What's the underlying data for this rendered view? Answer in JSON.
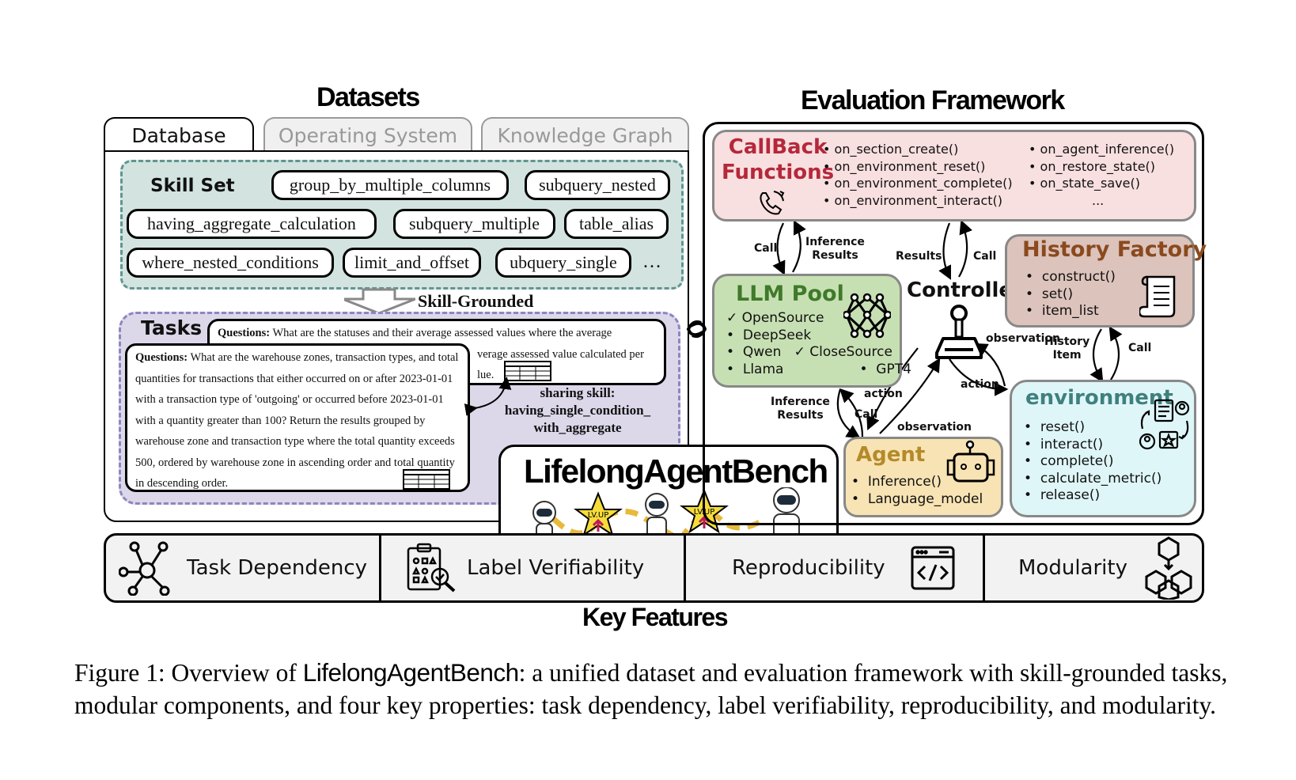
{
  "datasets": {
    "title": "Datasets",
    "tabs": [
      {
        "label": "Database",
        "active": true
      },
      {
        "label": "Operating System",
        "active": false
      },
      {
        "label": "Knowledge Graph",
        "active": false
      }
    ],
    "skill_set": {
      "label": "Skill Set",
      "skills": [
        "group_by_multiple_columns",
        "subquery_nested",
        "having_aggregate_calculation",
        "subquery_multiple",
        "table_alias",
        "where_nested_conditions",
        "limit_and_offset",
        "ubquery_single"
      ],
      "more": "…"
    },
    "arrow_label": "Skill-Grounded",
    "tasks": {
      "label": "Tasks",
      "back_question_prefix": "Questions:",
      "back_question_line1": " What are the statuses and their average assessed values where the average",
      "back_question_line2": "verage assessed value calculated per",
      "back_question_line3": "lue.",
      "front_question_prefix": "Questions:",
      "front_question_body": " What are the warehouse zones, transaction types, and total quantities for transactions that either occurred on or after 2023-01-01 with a transaction type of 'outgoing' or occurred before 2023-01-01 with a quantity greater than 100? Return the results grouped by warehouse zone and transaction type where the total quantity exceeds 500, ordered by warehouse zone in ascending order and total quantity in descending order.",
      "sharing_label": "sharing skill:",
      "sharing_skill_line1": "having_single_condition_",
      "sharing_skill_line2": "with_aggregate"
    }
  },
  "logo": {
    "title": "LifelongAgentBench",
    "badge_text": "LV.UP"
  },
  "framework": {
    "title": "Evaluation Framework",
    "callback": {
      "title_line1": "CallBack",
      "title_line2": "Functions",
      "col1": [
        "on_section_create()",
        "on_environment_reset()",
        "on_environment_complete()",
        "on_environment_interact()"
      ],
      "col2": [
        "on_agent_inference()",
        "on_restore_state()",
        "on_state_save()"
      ],
      "col2_more": "..."
    },
    "llm_pool": {
      "title": "LLM Pool",
      "open_source_label": "OpenSource",
      "open_source": [
        "DeepSeek",
        "Qwen",
        "Llama"
      ],
      "close_source_label": "CloseSource",
      "close_source": [
        "GPT4"
      ]
    },
    "controller": {
      "label": "Controller"
    },
    "history_factory": {
      "title": "History Factory",
      "items": [
        "construct()",
        "set()",
        "item_list"
      ]
    },
    "agent": {
      "title": "Agent",
      "items": [
        "Inference()",
        "Language_model"
      ]
    },
    "environment": {
      "title": "environment",
      "items": [
        "reset()",
        "interact()",
        "complete()",
        "calculate_metric()",
        "release()"
      ]
    },
    "edges": {
      "llm_callback_call": "Call",
      "llm_callback_results_1": "Inference",
      "llm_callback_results_2": "Results",
      "controller_callback_results": "Results",
      "controller_callback_call": "Call",
      "history_env_item_1": "History",
      "history_env_item_2": "Item",
      "history_env_call": "Call",
      "controller_env_observation": "observation",
      "controller_env_action": "action",
      "llm_agent_results_1": "Inference",
      "llm_agent_results_2": "Results",
      "llm_agent_call": "Call",
      "agent_controller_action": "action",
      "agent_controller_observation": "observation"
    }
  },
  "key_features": {
    "title": "Key Features",
    "items": [
      {
        "label": "Task Dependency",
        "icon": "network-hub-icon"
      },
      {
        "label": "Label Verifiability",
        "icon": "clipboard-magnifier-icon"
      },
      {
        "label": "Reproducibility",
        "icon": "code-window-icon"
      },
      {
        "label": "Modularity",
        "icon": "hexagon-modules-icon"
      }
    ]
  },
  "caption": {
    "prefix": "Figure 1: Overview of ",
    "brand": "LifelongAgentBench",
    "suffix": ": a unified dataset and evaluation framework with skill-grounded tasks, modular components, and four key properties: task dependency, label verifiability, reproducibility, and modularity."
  }
}
